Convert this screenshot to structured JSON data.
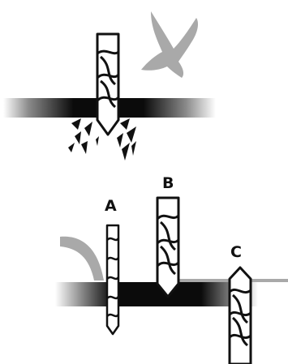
{
  "labels": {
    "a": "A",
    "b": "B",
    "c": "C"
  },
  "colors": {
    "ink": "#111111",
    "board_dark": "#0b0b0b",
    "board_light": "#ffffff",
    "wrong_mark": "#a9a9a9",
    "scrap_arrow": "#a9a9a9",
    "background": "#ffffff"
  },
  "icons": {
    "wrong": "x-mark-icon"
  }
}
